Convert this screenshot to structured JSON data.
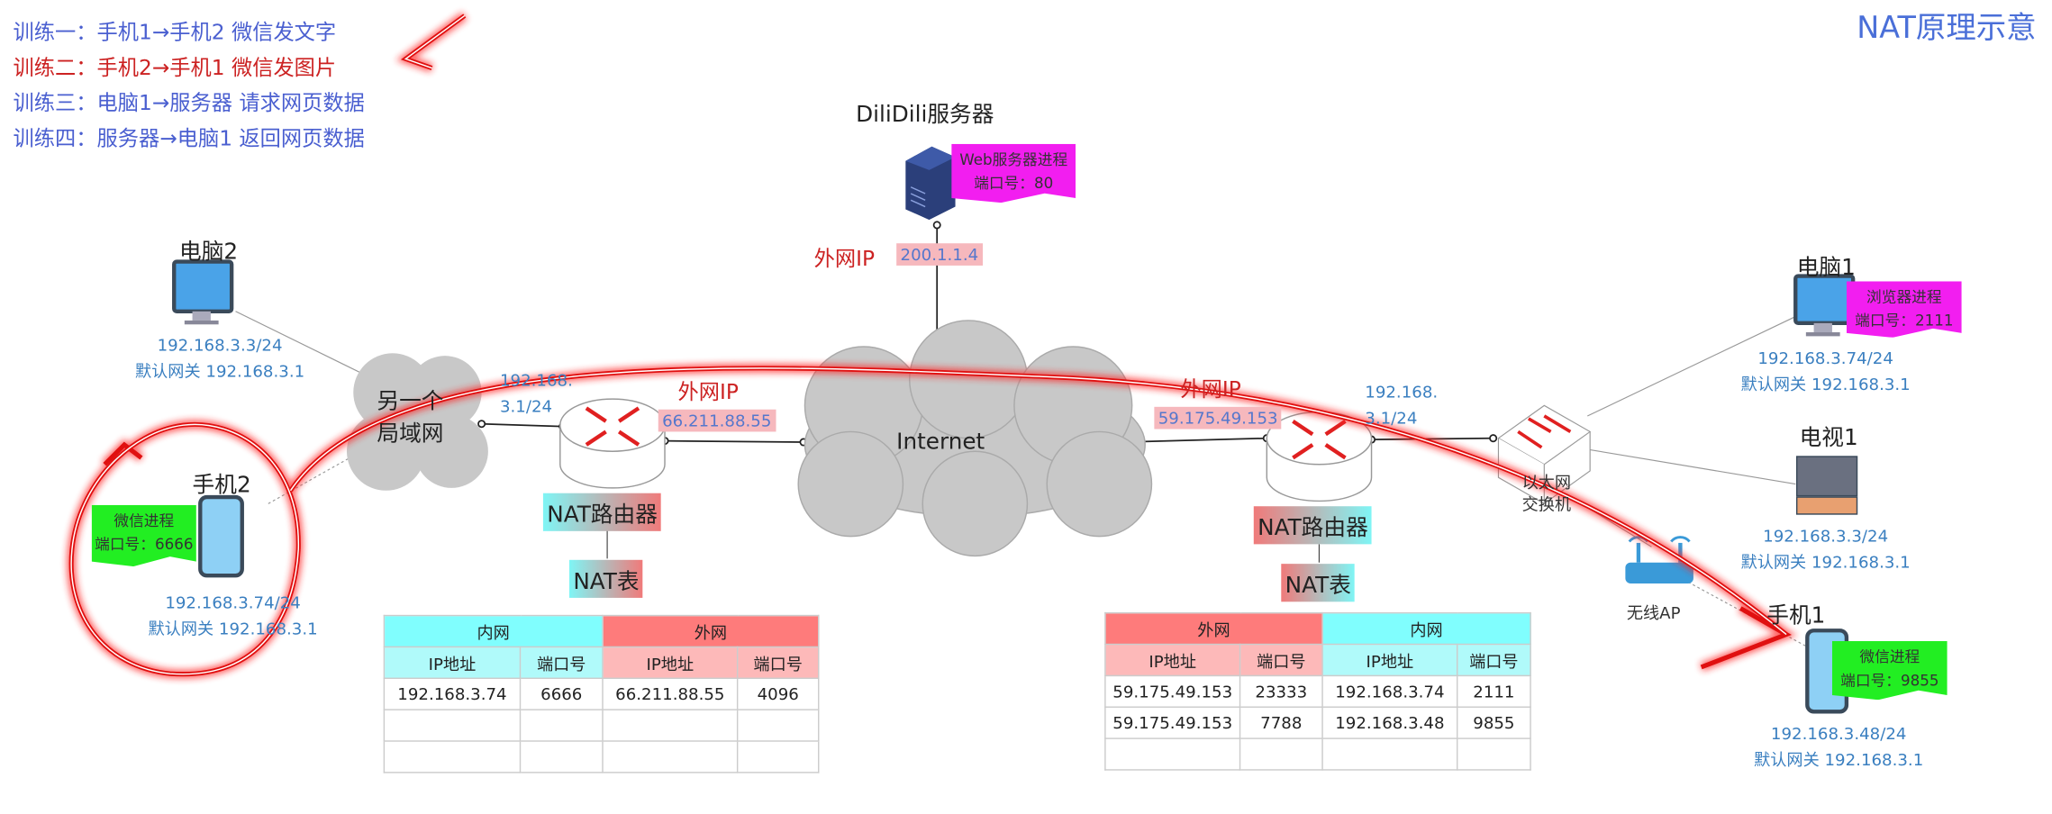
{
  "tasks": [
    {
      "label": "训练一：",
      "text": "手机1→手机2 微信发文字",
      "active": false
    },
    {
      "label": "训练二：",
      "text": "手机2→手机1 微信发图片",
      "active": true
    },
    {
      "label": "训练三：",
      "text": "电脑1→服务器 请求网页数据",
      "active": false
    },
    {
      "label": "训练四：",
      "text": "服务器→电脑1 返回网页数据",
      "active": false
    }
  ],
  "title": "NAT原理示意",
  "server": {
    "name": "DiliDili服务器",
    "process": "Web服务器进程",
    "port": "端口号：80",
    "ip_label": "外网IP",
    "ip": "200.1.1.4"
  },
  "internet": "Internet",
  "left_lan": {
    "cloud": [
      "另一个",
      "局域网"
    ],
    "pc2": {
      "name": "电脑2",
      "ip": "192.168.3.3/24",
      "gateway": "默认网关 192.168.3.1"
    },
    "phone2": {
      "name": "手机2",
      "process": "微信进程",
      "port": "端口号：6666",
      "ip": "192.168.3.74/24",
      "gateway": "默认网关 192.168.3.1"
    },
    "router": {
      "lan_ip": [
        "192.168.",
        "3.1/24"
      ],
      "wan_label": "外网IP",
      "wan_ip": "66.211.88.55",
      "name": "NAT路由器",
      "table_name": "NAT表"
    },
    "nat_table": {
      "groups": [
        "内网",
        "外网"
      ],
      "columns": [
        "IP地址",
        "端口号",
        "IP地址",
        "端口号"
      ],
      "rows": [
        [
          "192.168.3.74",
          "6666",
          "66.211.88.55",
          "4096"
        ],
        [
          "",
          "",
          "",
          ""
        ],
        [
          "",
          "",
          "",
          ""
        ]
      ]
    }
  },
  "right_lan": {
    "router": {
      "wan_label": "外网IP",
      "wan_ip": "59.175.49.153",
      "lan_ip": [
        "192.168.",
        "3.1/24"
      ],
      "name": "NAT路由器",
      "table_name": "NAT表"
    },
    "switch": [
      "以太网",
      "交换机"
    ],
    "ap": "无线AP",
    "pc1": {
      "name": "电脑1",
      "process": "浏览器进程",
      "port": "端口号：2111",
      "ip": "192.168.3.74/24",
      "gateway": "默认网关 192.168.3.1"
    },
    "tv1": {
      "name": "电视1",
      "ip": "192.168.3.3/24",
      "gateway": "默认网关 192.168.3.1"
    },
    "phone1": {
      "name": "手机1",
      "process": "微信进程",
      "port": "端口号：9855",
      "ip": "192.168.3.48/24",
      "gateway": "默认网关 192.168.3.1"
    },
    "nat_table": {
      "groups": [
        "外网",
        "内网"
      ],
      "columns": [
        "IP地址",
        "端口号",
        "IP地址",
        "端口号"
      ],
      "rows": [
        [
          "59.175.49.153",
          "23333",
          "192.168.3.74",
          "2111"
        ],
        [
          "59.175.49.153",
          "7788",
          "192.168.3.48",
          "9855"
        ],
        [
          "",
          "",
          "",
          ""
        ]
      ]
    }
  },
  "colors": {
    "task": "#4a5fd0",
    "active_task": "#cc2222",
    "inner": "#80fefe",
    "outer": "#fe7b7b",
    "annotation": "#ee1111"
  }
}
